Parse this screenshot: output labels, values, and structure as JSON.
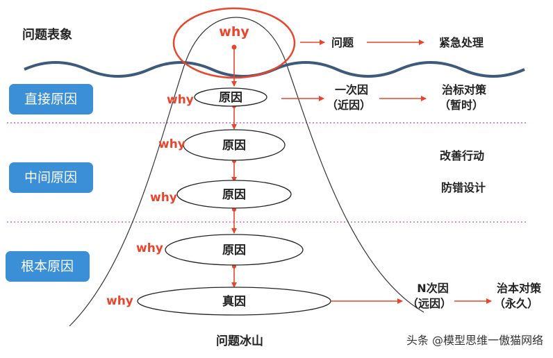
{
  "surface_label": "问题表象",
  "side_labels": {
    "direct": "直接原因",
    "middle": "中间原因",
    "root": "根本原因"
  },
  "why_label": "why",
  "nodes": [
    "原因",
    "原因",
    "原因",
    "原因",
    "真因"
  ],
  "top_flow": {
    "problem": "问题",
    "action": "紧急处理"
  },
  "first_cause": {
    "line1": "一次因",
    "line2": "（近因）",
    "action_line1": "治标对策",
    "action_line2": "（暂时）"
  },
  "middle_actions": {
    "improve": "改善行动",
    "prevent": "防错设计"
  },
  "root_cause": {
    "line1": "N次因",
    "line2": "（远因）",
    "action_line1": "治本对策",
    "action_line2": "（永久）"
  },
  "caption": "问题冰山",
  "watermark": "头条 @模型思维一傲猫网络",
  "colors": {
    "accent": "#e8452c",
    "button": "#3a8fd6",
    "divider": "#c040c0",
    "wave": "#3d5a7a"
  }
}
